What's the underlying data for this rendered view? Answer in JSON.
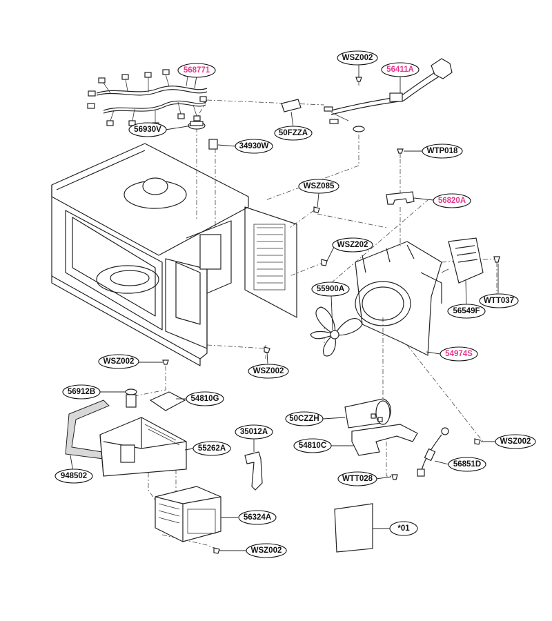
{
  "colors": {
    "line": "#222222",
    "label_normal": "#111111",
    "label_highlight": "#e8368f",
    "background": "#ffffff"
  },
  "labels": {
    "p568771": "568771",
    "p56411A": "56411A",
    "wsz002_top": "WSZ002",
    "p56930V": "56930V",
    "p50FZZA": "50FZZA",
    "p34930W": "34930W",
    "wtp018": "WTP018",
    "wsz085": "WSZ085",
    "p56820A": "56820A",
    "wsz202": "WSZ202",
    "p55900A": "55900A",
    "p56549F": "56549F",
    "wtt037": "WTT037",
    "p54974S": "54974S",
    "wsz002_left": "WSZ002",
    "wsz002_mid": "WSZ002",
    "p56912B": "56912B",
    "p54810G": "54810G",
    "p50CZZH": "50CZZH",
    "p35012A": "35012A",
    "p55262A": "55262A",
    "p54810C": "54810C",
    "wsz002_right": "WSZ002",
    "p56851D": "56851D",
    "p948502": "948502",
    "wtt028": "WTT028",
    "p56324A": "56324A",
    "p01": "*01",
    "wsz002_bottom": "WSZ002"
  }
}
